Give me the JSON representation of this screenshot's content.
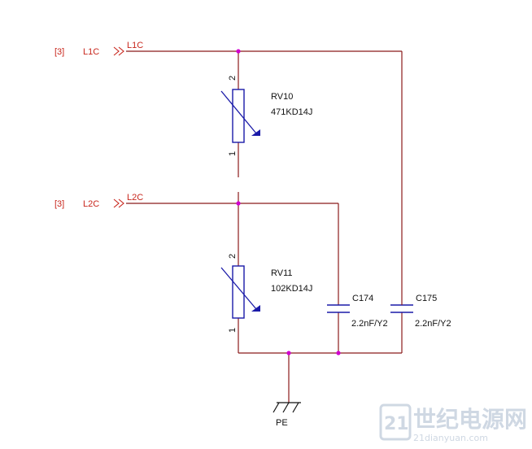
{
  "net_ports": [
    {
      "sheet_ref": "[3]",
      "port_name": "L1C",
      "net_label": "L1C"
    },
    {
      "sheet_ref": "[3]",
      "port_name": "L2C",
      "net_label": "L2C"
    }
  ],
  "varistors": [
    {
      "ref": "RV10",
      "value": "471KD14J",
      "pin_top": "2",
      "pin_bottom": "1"
    },
    {
      "ref": "RV11",
      "value": "102KD14J",
      "pin_top": "2",
      "pin_bottom": "1"
    }
  ],
  "capacitors": [
    {
      "ref": "C174",
      "value": "2.2nF/Y2"
    },
    {
      "ref": "C175",
      "value": "2.2nF/Y2"
    }
  ],
  "ground": {
    "label": "PE"
  },
  "watermark": {
    "text": "世纪电源网",
    "url": "21dianyuan.com"
  },
  "colors": {
    "wire": "#8b1a1a",
    "text_red": "#c8261c",
    "junction": "#d000d0",
    "component": "#1a1aa8",
    "text_black": "#111111"
  }
}
